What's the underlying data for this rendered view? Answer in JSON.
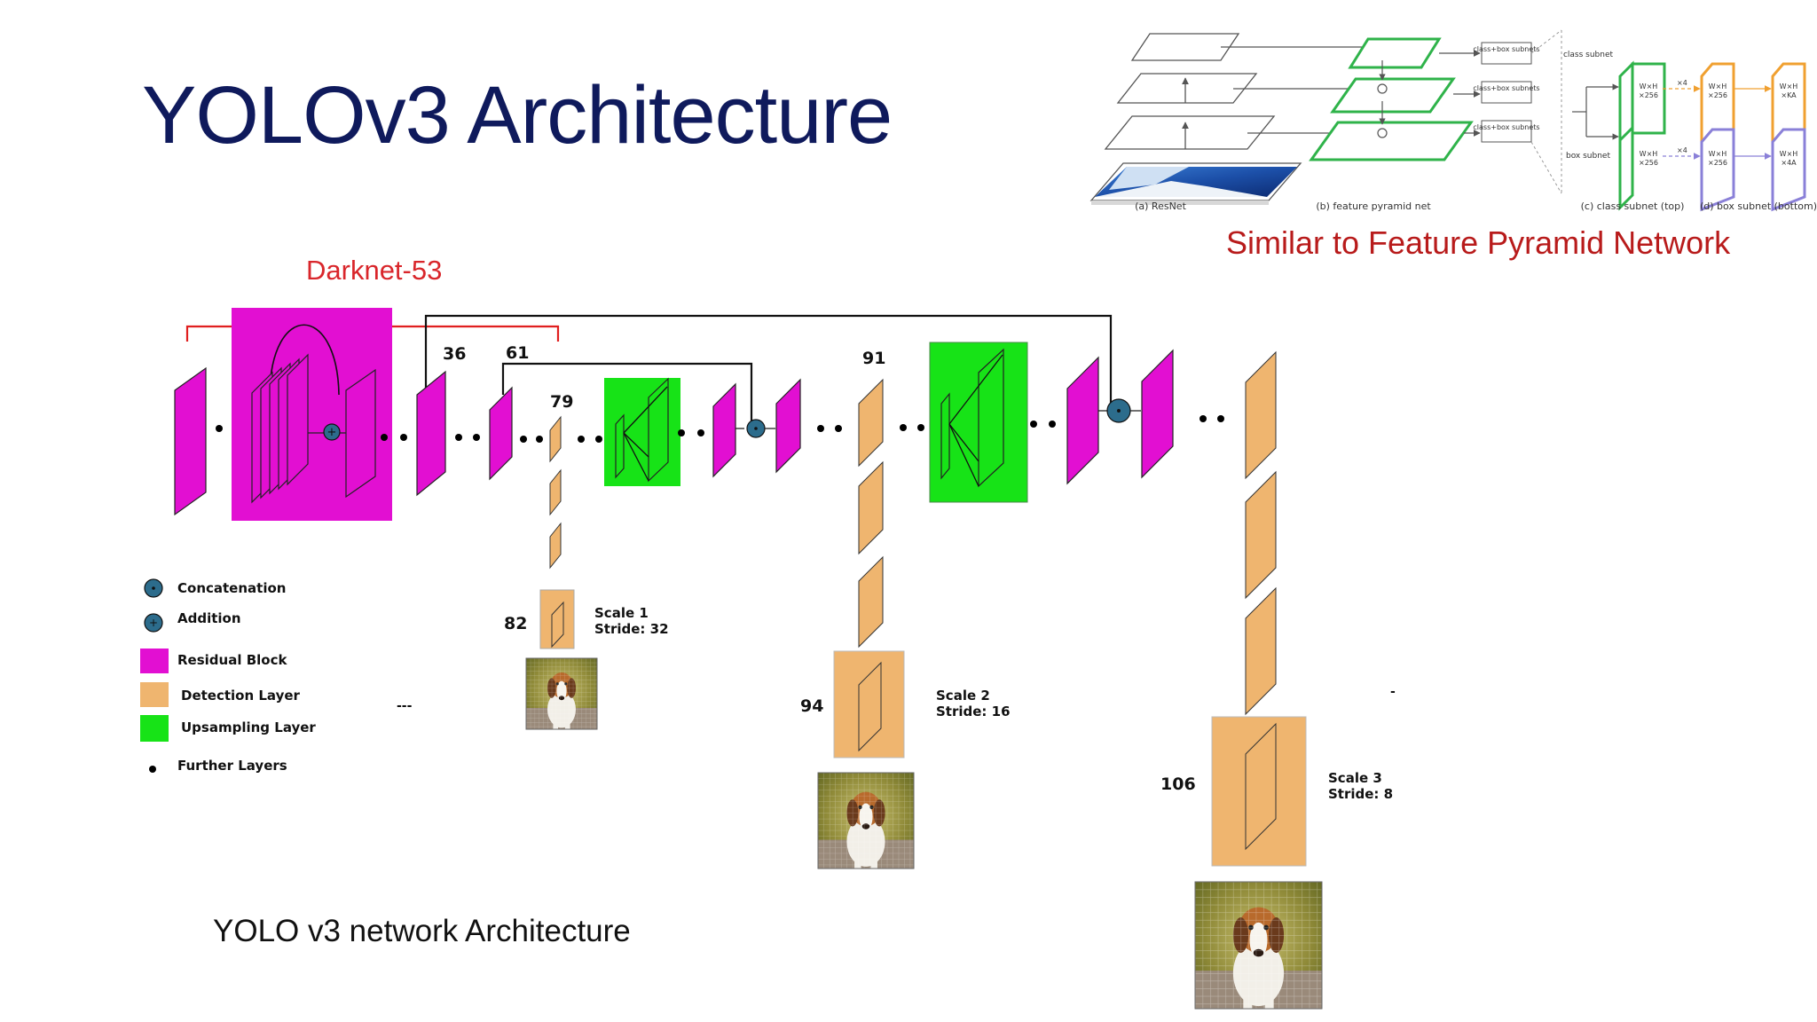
{
  "title": "YOLOv3 Architecture",
  "fpn": {
    "caption": "Similar to Feature Pyramid Network",
    "subnet_box_label": "class+box subnets",
    "class_subnet": "class subnet",
    "box_subnet": "box subnet",
    "wh256": "W×H ×256",
    "whka": "W×H ×KA",
    "wh4a": "W×H ×4A",
    "x4": "×4",
    "panel_a": "(a) ResNet",
    "panel_b": "(b) feature pyramid net",
    "panel_c": "(c) class subnet (top)",
    "panel_d": "(d) box subnet (bottom)"
  },
  "network": {
    "backbone_label": "Darknet-53",
    "layer_numbers": {
      "n36": "36",
      "n61": "61",
      "n79": "79",
      "n91": "91",
      "n82": "82",
      "n94": "94",
      "n106": "106"
    },
    "scales": [
      {
        "scale": "Scale 1",
        "stride": "Stride: 32"
      },
      {
        "scale": "Scale 2",
        "stride": "Stride: 16"
      },
      {
        "scale": "Scale 3",
        "stride": "Stride: 8"
      }
    ],
    "stray_dash": "---",
    "stray_mark": "-"
  },
  "legend": [
    {
      "label": "Concatenation",
      "symbol": "concat-circle",
      "color": "#2c6c8c"
    },
    {
      "label": "Addition",
      "symbol": "add-circle",
      "color": "#2c6c8c"
    },
    {
      "label": "Residual Block",
      "symbol": "swatch",
      "color": "#e20fd2"
    },
    {
      "label": "Detection Layer",
      "symbol": "swatch",
      "color": "#efb56f"
    },
    {
      "label": "Upsampling Layer",
      "symbol": "swatch",
      "color": "#17e317"
    },
    {
      "label": "Further Layers",
      "symbol": "dot",
      "color": "#000000"
    }
  ],
  "bottom_caption": "YOLO v3 network Architecture",
  "colors": {
    "title": "#0f1a5c",
    "residual": "#e20fd2",
    "detection": "#efb56f",
    "upsample": "#17e317",
    "accent_red": "#d9262b",
    "fpn_green": "#2fb34a",
    "fpn_orange": "#f0a030",
    "fpn_purple": "#8a80d8"
  }
}
